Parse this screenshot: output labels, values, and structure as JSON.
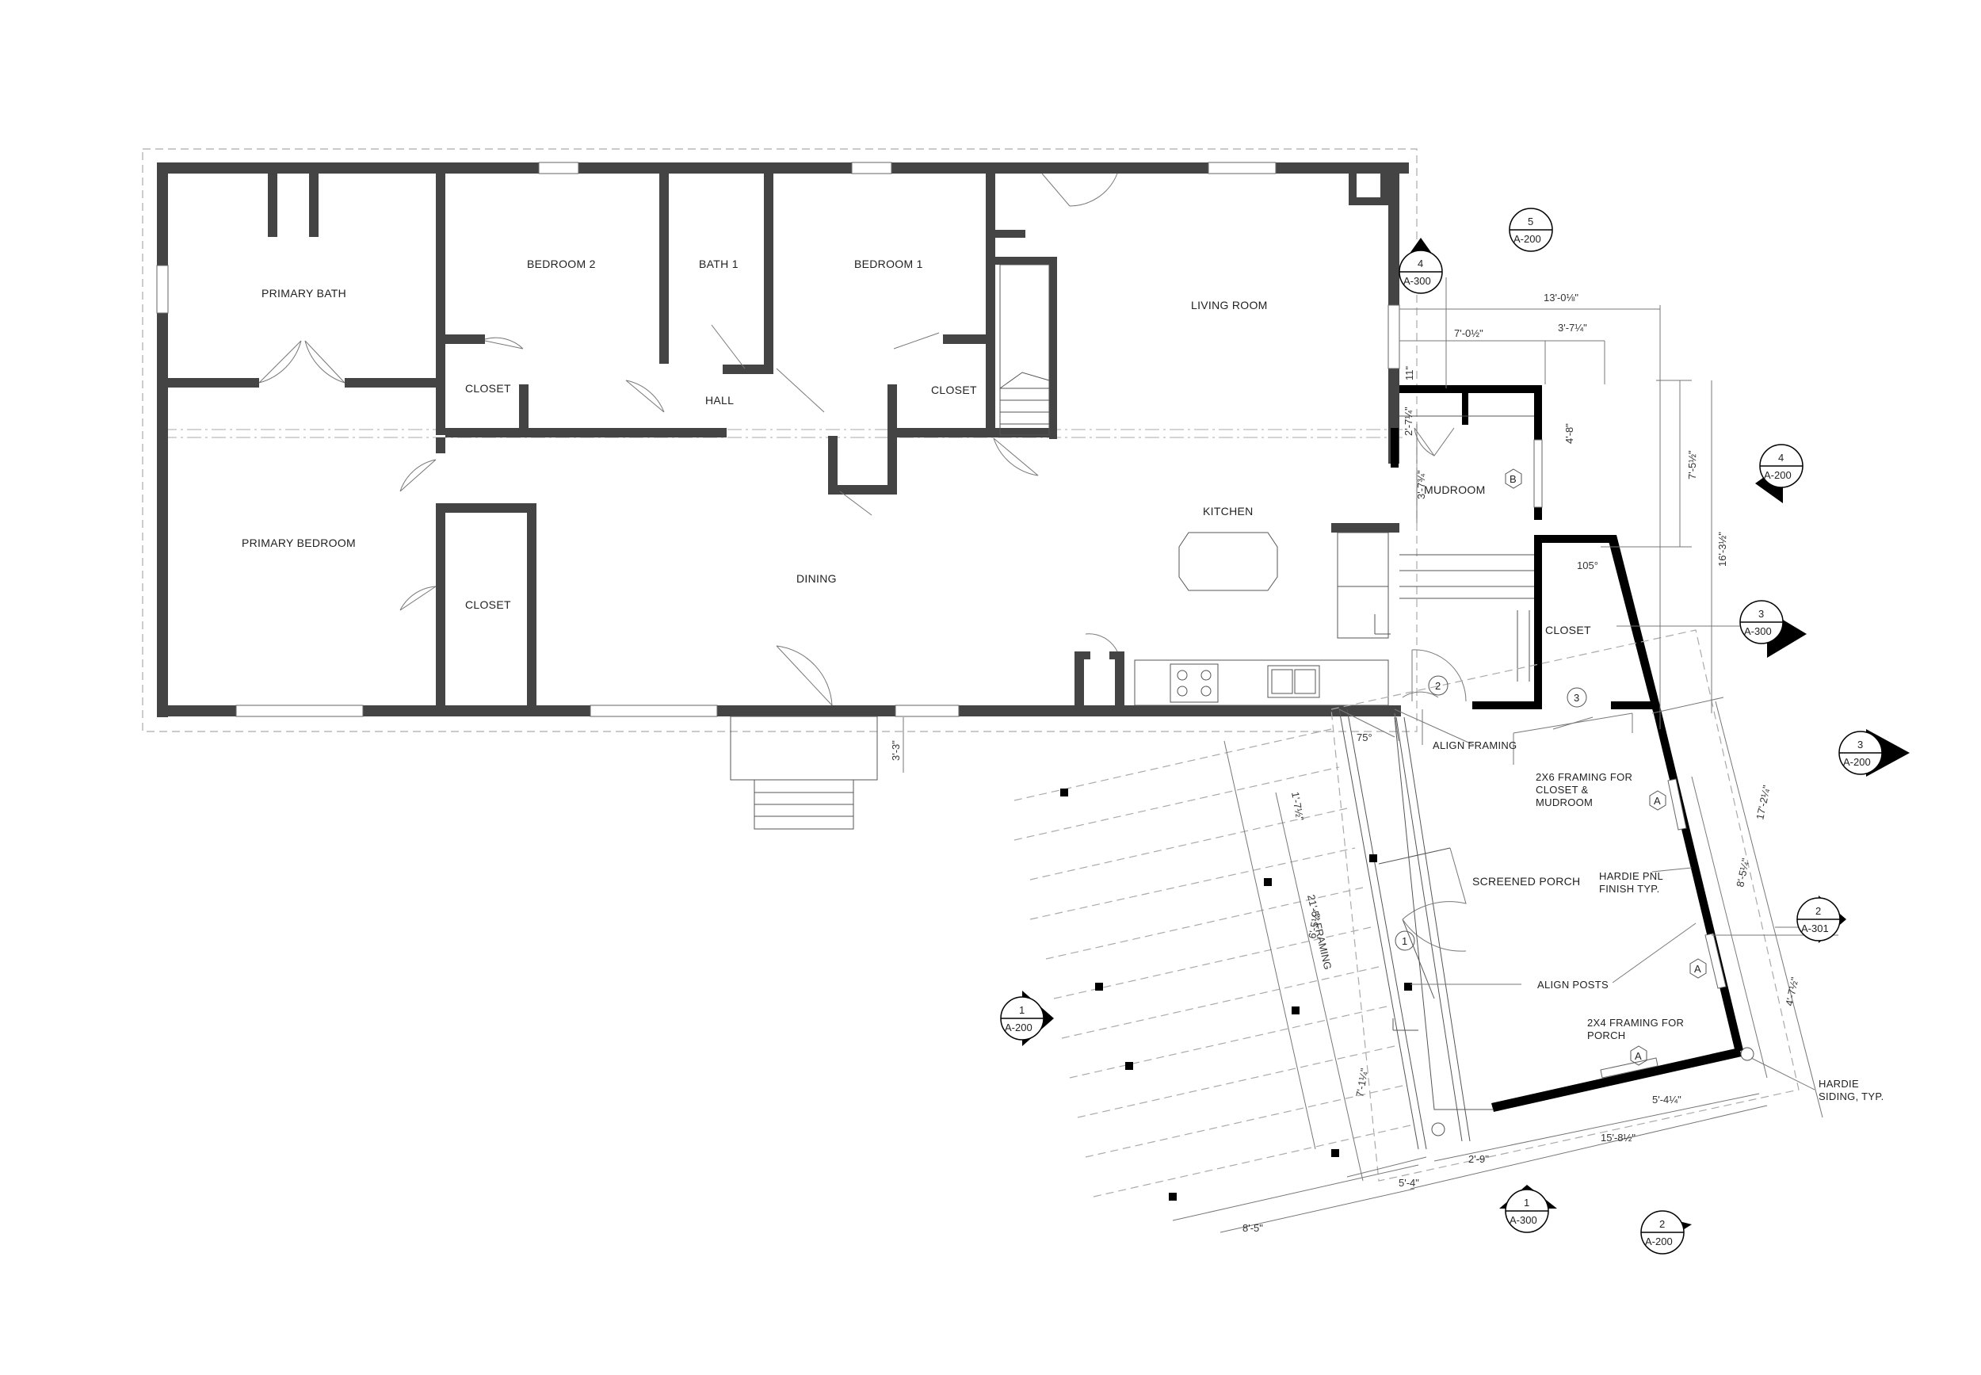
{
  "rooms": {
    "primary_bath": "PRIMARY BATH",
    "bedroom_2": "BEDROOM 2",
    "bath_1": "BATH 1",
    "bedroom_1": "BEDROOM 1",
    "living_room": "LIVING ROOM",
    "closet_a": "CLOSET",
    "hall": "HALL",
    "closet_b": "CLOSET",
    "primary_bedroom": "PRIMARY BEDROOM",
    "closet_c": "CLOSET",
    "dining": "DINING",
    "kitchen": "KITCHEN",
    "mudroom": "MUDROOM",
    "closet_d": "CLOSET",
    "screened_porch": "SCREENED PORCH"
  },
  "notes": {
    "align_framing": "ALIGN FRAMING",
    "framing_2x6_l1": "2X6 FRAMING FOR",
    "framing_2x6_l2": "CLOSET &",
    "framing_2x6_l3": "MUDROOM",
    "hardie_pnl_l1": "HARDIE PNL",
    "hardie_pnl_l2": "FINISH TYP.",
    "align_posts": "ALIGN POSTS",
    "framing_2x4_l1": "2X4 FRAMING FOR",
    "framing_2x4_l2": "PORCH",
    "hardie_siding_l1": "HARDIE",
    "hardie_siding_l2": "SIDING, TYP."
  },
  "dimensions": {
    "d_13_0": "13'-0⅛\"",
    "d_7_0": "7'-0½\"",
    "d_3_7": "3'-7¼\"",
    "d_11": "11\"",
    "d_2_7": "2'-7¼\"",
    "d_4_8": "4'-8\"",
    "d_3_7b": "3'-7¾\"",
    "d_7_5": "7'-5½\"",
    "d_16_3": "16'-3½\"",
    "d_3_3": "3'-3\"",
    "d_75deg": "75°",
    "d_105deg": "105°",
    "d_1_7": "1'-7½\"",
    "d_21_5": "21'-5\" FRAMING",
    "d_6_5": "6'-5⅛\"",
    "d_7_1": "7'-1¼\"",
    "d_17_2": "17'-2¼\"",
    "d_8_5b": "8'-5¼\"",
    "d_4_7": "4'-7½\"",
    "d_5_4b": "5'-4¼\"",
    "d_15_8": "15'-8½\"",
    "d_2_9": "2'-9\"",
    "d_5_4": "5'-4\"",
    "d_8_5": "8'-5\""
  },
  "tags": {
    "door_2": "2",
    "door_3": "3",
    "door_1": "1",
    "win_b": "B",
    "win_a1": "A",
    "win_a2": "A",
    "win_a3": "A"
  },
  "section_refs": {
    "s5_num": "5",
    "s5_sheet": "A-200",
    "s4_num": "4",
    "s4_sheet": "A-300",
    "s4b_num": "4",
    "s4b_sheet": "A-200",
    "s3_num": "3",
    "s3_sheet": "A-300",
    "s3b_num": "3",
    "s3b_sheet": "A-200",
    "s2_num": "2",
    "s2_sheet": "A-301",
    "s1_num": "1",
    "s1_sheet": "A-200",
    "s1b_num": "1",
    "s1b_sheet": "A-300",
    "s2b_num": "2",
    "s2b_sheet": "A-200"
  }
}
